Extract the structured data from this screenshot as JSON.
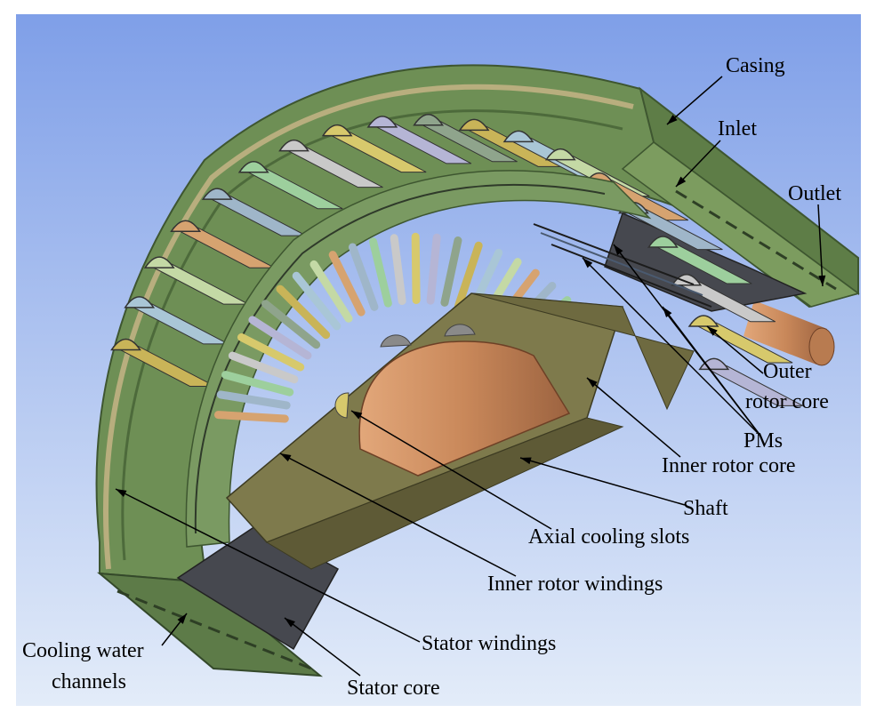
{
  "colors": {
    "background_top": "#7f9fe8",
    "background_bottom": "#e3ecf9",
    "casing": "#6e8f55",
    "casing_dark": "#4d6a3b",
    "casing_band": "#b8ae7e",
    "stator_core": "#46484f",
    "shaft": "#c9885a",
    "rotor": "#7e7a4c",
    "conductor_palette": [
      "#c9b458",
      "#a9c6d6",
      "#c4d9a5",
      "#d6a370",
      "#9fb6c9",
      "#9dcf9d",
      "#c9c9c9",
      "#d7c96c",
      "#b5b5d5",
      "#8fa48c"
    ]
  },
  "labels": {
    "casing": "Casing",
    "inlet": "Inlet",
    "outlet": "Outlet",
    "outer_rotor_line1": "Outer",
    "outer_rotor_line2": "rotor core",
    "pms": "PMs",
    "inner_rotor_core": "Inner rotor core",
    "shaft": "Shaft",
    "axial_cooling_slots": "Axial cooling slots",
    "inner_rotor_windings": "Inner rotor windings",
    "stator_windings": "Stator windings",
    "cooling_line1": "Cooling water",
    "cooling_line2": "channels",
    "stator_core": "Stator core"
  }
}
